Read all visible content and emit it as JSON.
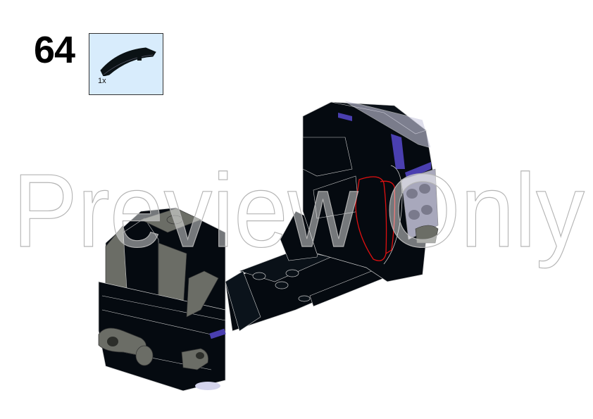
{
  "step": {
    "number": "64"
  },
  "parts_callout": {
    "items": [
      {
        "quantity": "1x",
        "part_icon": "curved-slope-black-icon",
        "color": "#0b1215"
      }
    ],
    "background": "#d8ecfc"
  },
  "model": {
    "icon": "lego-model-render",
    "colors": {
      "black": "#050a10",
      "dark_bluish_gray": "#6b6d66",
      "purple_accent": "#4a3fb0",
      "trans_clear": "#d4d4ec",
      "highlight_outline": "#e01010"
    }
  },
  "watermark": {
    "text": "Preview Only"
  }
}
